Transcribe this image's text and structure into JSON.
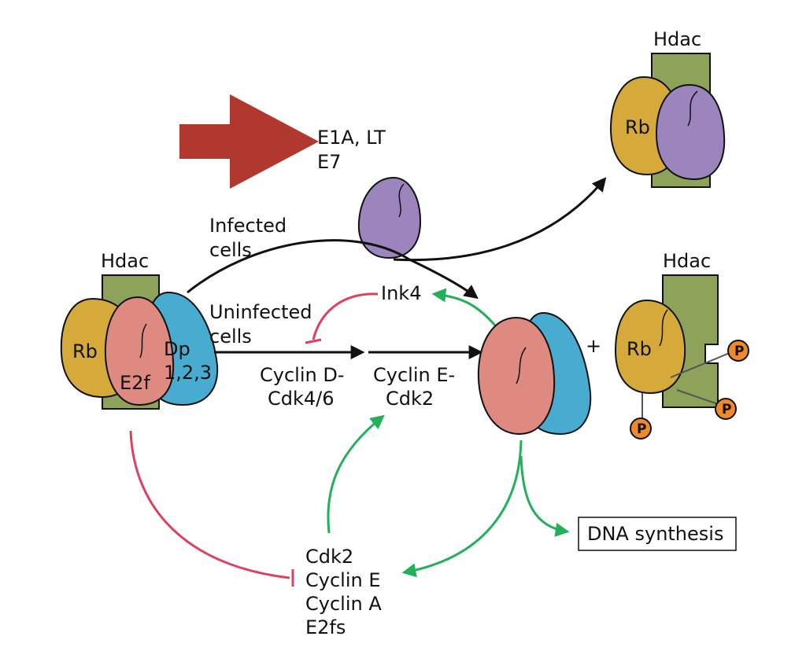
{
  "labels": {
    "hdac_top": "Hdac",
    "hdac_left": "Hdac",
    "hdac_right": "Hdac",
    "rb": "Rb",
    "e2f": "E2f",
    "dp_line1": "Dp",
    "dp_line2": "1,2,3",
    "viral_line1": "E1A, LT",
    "viral_line2": "E7",
    "infected_line1": "Infected",
    "infected_line2": "cells",
    "uninfected_line1": "Uninfected",
    "uninfected_line2": "cells",
    "ink4": "Ink4",
    "cyclin_d_line1": "Cyclin D-",
    "cyclin_d_line2": "Cdk4/6",
    "cyclin_e_line1": "Cyclin E-",
    "cyclin_e_line2": "Cdk2",
    "plus": "+",
    "phospho": "P",
    "dna_synthesis": "DNA synthesis",
    "targets": [
      "Cdk2",
      "Cyclin E",
      "Cyclin A",
      "E2fs"
    ]
  },
  "colors": {
    "hdac": "#8ea35a",
    "rb": "#d6aa3a",
    "e2f": "#de8a80",
    "dp": "#47acd0",
    "viral": "#9c85bd",
    "activate": "#22b05a",
    "inhibit": "#e0405f",
    "arrow": "#111111",
    "phospho": "#ee8a2c",
    "callout": "#b0382e"
  }
}
